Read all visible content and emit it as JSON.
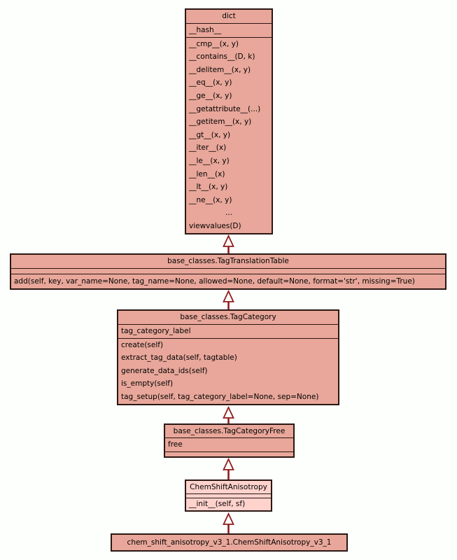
{
  "diagram": {
    "kind": "uml-class-inheritance-diagram",
    "background_color": "#fdfffd",
    "box_fill_color": "#e8a79a",
    "highlight_fill_color": "#ffd2cc",
    "border_color": "#2b1712",
    "arrow_color": "#8f1d1d"
  },
  "classes": [
    {
      "name": "dict",
      "attributes": [
        "__hash__"
      ],
      "methods": [
        "__cmp__(x, y)",
        "__contains__(D, k)",
        "__delitem__(x, y)",
        "__eq__(x, y)",
        "__ge__(x, y)",
        "__getattribute__(...)",
        "__getitem__(x, y)",
        "__gt__(x, y)",
        "__iter__(x)",
        "__le__(x, y)",
        "__len__(x)",
        "__lt__(x, y)",
        "__ne__(x, y)",
        "...",
        "viewvalues(D)"
      ]
    },
    {
      "name": "base_classes.TagTranslationTable",
      "attributes": [],
      "methods": [
        "add(self, key, var_name=None, tag_name=None, allowed=None, default=None, format='str', missing=True)"
      ]
    },
    {
      "name": "base_classes.TagCategory",
      "attributes": [
        "tag_category_label"
      ],
      "methods": [
        "create(self)",
        "extract_tag_data(self, tagtable)",
        "generate_data_ids(self)",
        "is_empty(self)",
        "tag_setup(self, tag_category_label=None, sep=None)"
      ]
    },
    {
      "name": "base_classes.TagCategoryFree",
      "attributes": [
        "free"
      ],
      "methods": []
    },
    {
      "name": "ChemShiftAnisotropy",
      "attributes": [],
      "methods": [
        "__init__(self, sf)"
      ],
      "highlighted": true
    },
    {
      "name": "chem_shift_anisotropy_v3_1.ChemShiftAnisotropy_v3_1",
      "attributes": [],
      "methods": []
    }
  ],
  "edges": [
    {
      "child": "base_classes.TagTranslationTable",
      "parent": "dict",
      "type": "inheritance"
    },
    {
      "child": "base_classes.TagCategory",
      "parent": "base_classes.TagTranslationTable",
      "type": "inheritance"
    },
    {
      "child": "base_classes.TagCategoryFree",
      "parent": "base_classes.TagCategory",
      "type": "inheritance"
    },
    {
      "child": "ChemShiftAnisotropy",
      "parent": "base_classes.TagCategoryFree",
      "type": "inheritance"
    },
    {
      "child": "chem_shift_anisotropy_v3_1.ChemShiftAnisotropy_v3_1",
      "parent": "ChemShiftAnisotropy",
      "type": "inheritance"
    }
  ]
}
